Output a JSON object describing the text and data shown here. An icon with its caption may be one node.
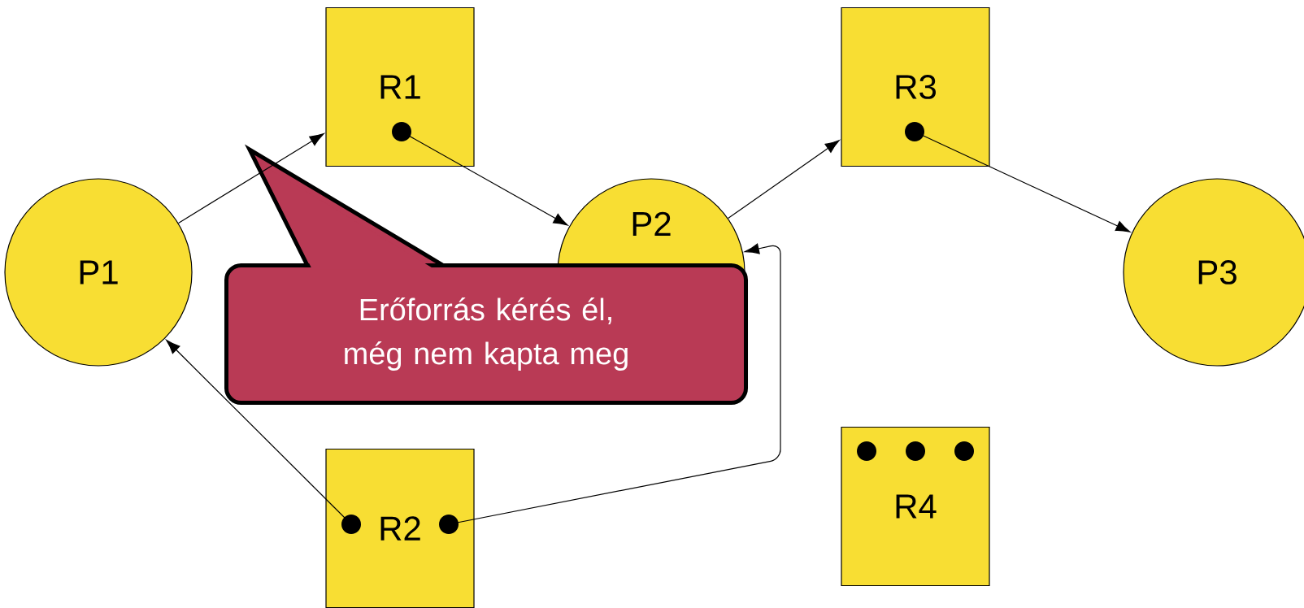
{
  "diagram": {
    "nodes": [
      {
        "text": [
          "P1"
        ]
      },
      {
        "text": [
          "R1"
        ]
      },
      {
        "text": [
          "P2"
        ]
      },
      {
        "text": [
          "R3"
        ]
      },
      {
        "text": [
          "P3"
        ]
      },
      {
        "text": [
          "R2"
        ]
      },
      {
        "text": [
          "R4"
        ]
      },
      {
        "text": [
          "Erőforrás kérés él, még nem kapta meg"
        ]
      }
    ],
    "edges": [
      {
        "from": 0,
        "to": 1,
        "arrow": "to"
      },
      {
        "from": 1,
        "to": 2,
        "arrow": "to"
      },
      {
        "from": 2,
        "to": 3,
        "arrow": "to"
      },
      {
        "from": 3,
        "to": 4,
        "arrow": "to"
      },
      {
        "from": 5,
        "to": 0,
        "arrow": "to"
      },
      {
        "from": 5,
        "to": 2,
        "arrow": "to"
      }
    ]
  }
}
